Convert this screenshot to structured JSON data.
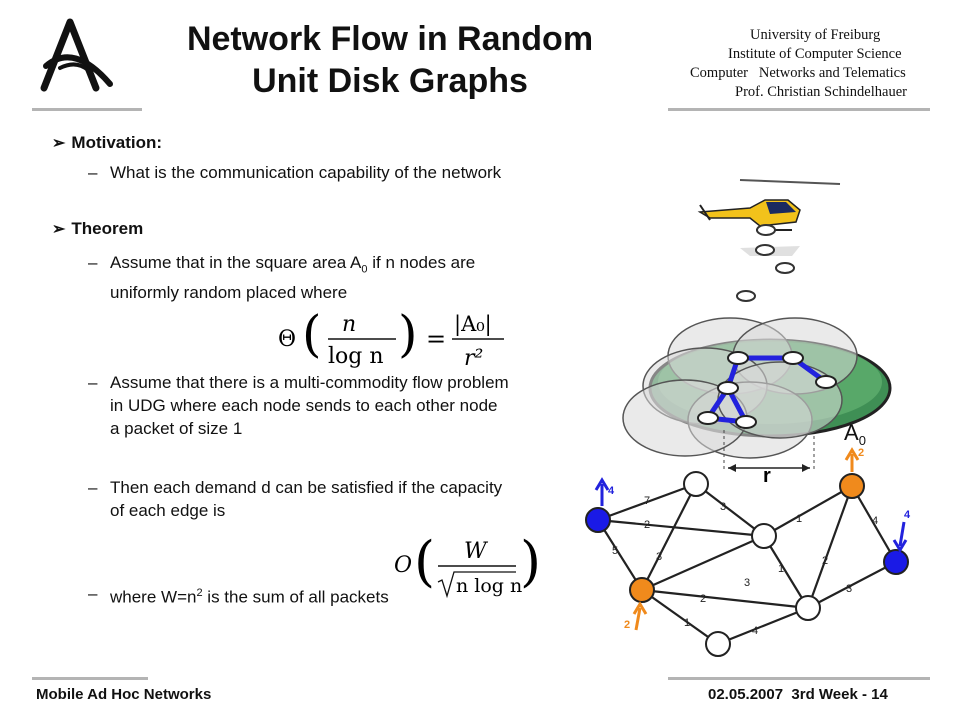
{
  "header": {
    "title_line1": "Network Flow in Random",
    "title_line2": "Unit Disk Graphs",
    "university": "University of Freiburg",
    "institute": "Institute of Computer Science",
    "department": "Computer   Networks and Telematics",
    "professor": "Prof. Christian Schindelhauer"
  },
  "content": {
    "motivation_label": "Motivation:",
    "motivation_text": "What is the communication capability of the network",
    "theorem_label": "Theorem",
    "item1_pre": "Assume that in the square area A",
    "item1_sub": "0",
    "item1_post": " if n nodes are uniformly random placed where",
    "item2": "Assume that there is a multi-commodity flow problem in UDG where each node sends to each other node a packet of size 1",
    "item3": "Then each demand d can be satisfied if the capacity of each edge is",
    "item4_pre": "where W=n",
    "item4_sup": "2",
    "item4_post": " is the sum of all packets"
  },
  "formula1": {
    "theta": "Θ",
    "num": "n",
    "den": "log n",
    "eq": "=",
    "rhs_num": "|A₀|",
    "rhs_den": "r²"
  },
  "formula2": {
    "o": "O",
    "num": "W",
    "den": "n log n"
  },
  "figure": {
    "area_label": "A",
    "area_sub": "0",
    "range_label": "r",
    "edge_labels": [
      "7",
      "3",
      "2",
      "1",
      "4",
      "5",
      "3",
      "1",
      "2",
      "3",
      "3",
      "2",
      "1",
      "4"
    ],
    "demand_labels": [
      "4",
      "2",
      "4",
      "2"
    ]
  },
  "footer": {
    "left": "Mobile Ad Hoc Networks",
    "right": "02.05.2007  3rd Week - 14"
  },
  "colors": {
    "accent_orange": "#f08a1c",
    "accent_blue": "#1a1ae6",
    "disk_green": "#3f8f55",
    "rule_gray": "#b4b4b4"
  }
}
